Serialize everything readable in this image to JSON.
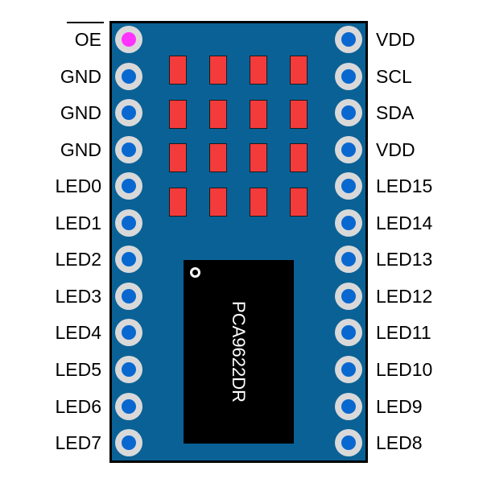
{
  "title": "PCA9622DR LED driver breakout board pinout",
  "chip": {
    "marking": "PCA9622DR"
  },
  "pins_left": [
    {
      "label": "OE",
      "active_low": true,
      "pin1": true
    },
    {
      "label": "GND"
    },
    {
      "label": "GND"
    },
    {
      "label": "GND"
    },
    {
      "label": "LED0"
    },
    {
      "label": "LED1"
    },
    {
      "label": "LED2"
    },
    {
      "label": "LED3"
    },
    {
      "label": "LED4"
    },
    {
      "label": "LED5"
    },
    {
      "label": "LED6"
    },
    {
      "label": "LED7"
    }
  ],
  "pins_right": [
    {
      "label": "VDD"
    },
    {
      "label": "SCL"
    },
    {
      "label": "SDA"
    },
    {
      "label": "VDD"
    },
    {
      "label": "LED15"
    },
    {
      "label": "LED14"
    },
    {
      "label": "LED13"
    },
    {
      "label": "LED12"
    },
    {
      "label": "LED11"
    },
    {
      "label": "LED10"
    },
    {
      "label": "LED9"
    },
    {
      "label": "LED8"
    }
  ],
  "led_matrix": {
    "rows": 4,
    "cols": 4,
    "color": "#f33b3b"
  },
  "colors": {
    "board": "#0a6196",
    "pad_ring": "#d9d9d9",
    "pad_hole": "#0868d0",
    "pin1_marker": "#ff33ff",
    "chip": "#000000"
  }
}
